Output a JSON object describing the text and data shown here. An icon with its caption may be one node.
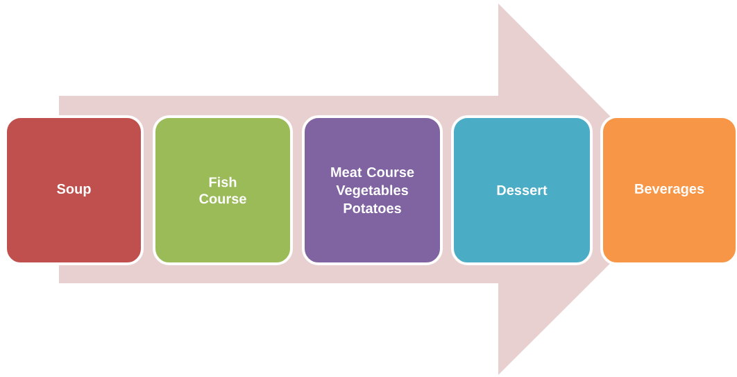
{
  "diagram": {
    "nodes": [
      {
        "text": [
          "Soup"
        ]
      },
      {
        "text": [
          "Fish Course"
        ]
      },
      {
        "text": [
          "Meat Course",
          "Vegetables",
          "Potatoes"
        ]
      },
      {
        "text": [
          "Dessert"
        ]
      },
      {
        "text": [
          "Beverages"
        ]
      }
    ],
    "edges": [
      {
        "from": 0,
        "to": 4,
        "arrow": "to"
      }
    ]
  }
}
